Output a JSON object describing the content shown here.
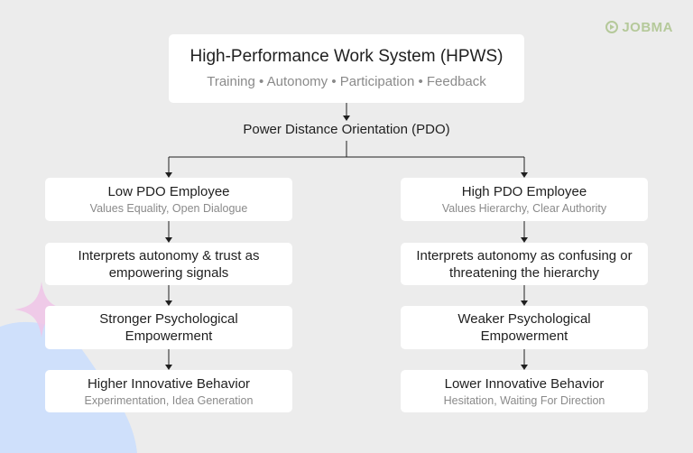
{
  "brand": {
    "name": "JOBMA",
    "color": "#b5c99a"
  },
  "top": {
    "title": "High-Performance Work System (HPWS)",
    "subtitle": "Training • Autonomy • Participation • Feedback"
  },
  "moderator": {
    "label": "Power Distance Orientation (PDO)"
  },
  "left_branch": {
    "steps": [
      {
        "title": "Low PDO Employee",
        "subtitle": "Values Equality, Open Dialogue"
      },
      {
        "title": "Interprets autonomy & trust as empowering signals",
        "subtitle": ""
      },
      {
        "title": "Stronger Psychological Empowerment",
        "subtitle": ""
      },
      {
        "title": "Higher Innovative Behavior",
        "subtitle": "Experimentation, Idea Generation"
      }
    ]
  },
  "right_branch": {
    "steps": [
      {
        "title": "High PDO Employee",
        "subtitle": "Values Hierarchy, Clear Authority"
      },
      {
        "title": "Interprets autonomy as confusing or threatening the hierarchy",
        "subtitle": ""
      },
      {
        "title": "Weaker Psychological Empowerment",
        "subtitle": ""
      },
      {
        "title": "Lower Innovative Behavior",
        "subtitle": "Hesitation, Waiting For Direction"
      }
    ]
  },
  "colors": {
    "background": "#ececec",
    "box": "#ffffff",
    "text": "#1f1f1f",
    "muted_text": "#8a8a8a",
    "decor_blue": "#cfe0fb",
    "decor_pink": "#f0c4e8"
  }
}
